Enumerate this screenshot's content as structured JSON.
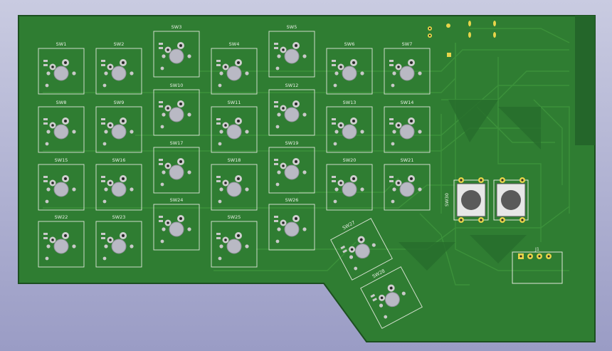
{
  "board": {
    "colors": {
      "background_top": "#c9cbe1",
      "background_bottom": "#9a9cc5",
      "board_edge": "#1f5a24",
      "board_fill": "#2f7d32",
      "copper_fill_dark": "#24662a",
      "trace": "#3c8f3a",
      "silkscreen": "#dfe8dc",
      "pad_gold": "#e8d44a",
      "pad_gray": "#c9c9c9",
      "pad_hole": "#2a2a2a"
    }
  },
  "switches": [
    {
      "label": "SW1"
    },
    {
      "label": "SW2"
    },
    {
      "label": "SW3"
    },
    {
      "label": "SW4"
    },
    {
      "label": "SW5"
    },
    {
      "label": "SW6"
    },
    {
      "label": "SW7"
    },
    {
      "label": "SW8"
    },
    {
      "label": "SW9"
    },
    {
      "label": "SW10"
    },
    {
      "label": "SW11"
    },
    {
      "label": "SW12"
    },
    {
      "label": "SW13"
    },
    {
      "label": "SW14"
    },
    {
      "label": "SW15"
    },
    {
      "label": "SW16"
    },
    {
      "label": "SW17"
    },
    {
      "label": "SW18"
    },
    {
      "label": "SW19"
    },
    {
      "label": "SW20"
    },
    {
      "label": "SW21"
    },
    {
      "label": "SW22"
    },
    {
      "label": "SW23"
    },
    {
      "label": "SW24"
    },
    {
      "label": "SW25"
    },
    {
      "label": "SW26"
    },
    {
      "label": "SW27"
    },
    {
      "label": "SW28"
    }
  ],
  "tactile_switch": {
    "label": "SW30"
  },
  "connector": {
    "label": "J1"
  }
}
